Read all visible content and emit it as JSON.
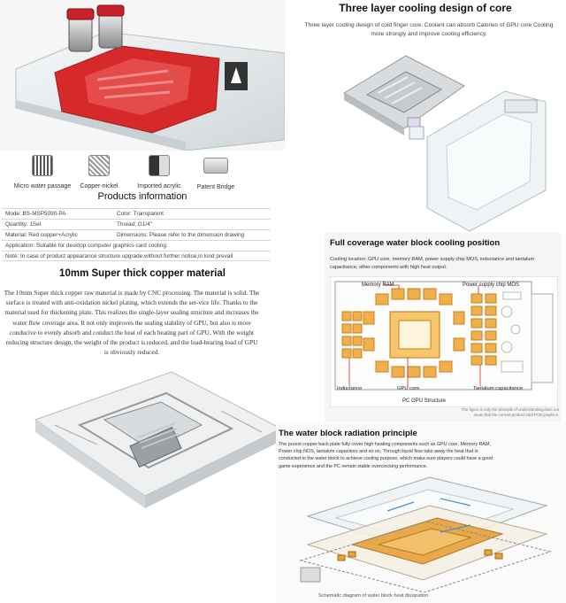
{
  "brand_colors": {
    "copper_red": "#d62a2a",
    "copper_gold": "#e8a23a",
    "acrylic": "#e9eef1",
    "pcb_orange": "#f2b04a"
  },
  "features": [
    {
      "label": "Micro water passage",
      "icon": "micro-channel-icon"
    },
    {
      "label": "Copper-nickel",
      "icon": "copper-nickel-icon"
    },
    {
      "label": "Imported acrylic",
      "icon": "acrylic-icon"
    },
    {
      "label": "Patent Bridge",
      "icon": "bridge-icon"
    }
  ],
  "info": {
    "title": "Products information",
    "rows": [
      {
        "c1": "Mode:  BS-MSP5090-PA",
        "c2": "Color:  Transparent"
      },
      {
        "c1": "Quantity:  1Set",
        "c2": "Thread:  G1/4\""
      },
      {
        "c1": "Material:  Red copper+Acrylic",
        "c2": "Dimensions:  Please refer to the dimension drawing"
      },
      {
        "c1": "Application:  Suitable for desktop computer graphics card cooling.",
        "c2": ""
      },
      {
        "c1": "Note:  In case of product appearance structure upgrade,without further notice,in kind prevail",
        "c2": ""
      }
    ]
  },
  "material": {
    "title": "10mm Super thick copper material",
    "text": "The 10mm Super thick copper raw material is made by CNC processing. The material is solid. The surface is treated with anti-oxidation nickel plating, which extends the ser-vice life. Thanks to the material used for thickening plate. This realizes the single-layer sealing structure and increases the water flow coverage area. It not only improves the sealing stability of GPU, but also is more conducive to evenly absorb and conduct the heat of each heating part of GPU. With the weight reducing structure design, the weight of the product is reduced, and the load-bearing load of GPU is obviously reduced."
  },
  "layers": {
    "title": "Three layer cooling design of core",
    "text": "Three layer cooling design of cold finger core, Coolant can absorb Calories of GPU core Cooling more strongly and improve cooling efficiency."
  },
  "coverage": {
    "title": "Full coverage water block cooling position",
    "text": "Cooling location: GPU core, memory RAM, power supply chip MOS, inductance and tantalum capacitance, other components with high heat output.",
    "labels": {
      "memory": "Memory RAM",
      "power": "Power supply chip MOS",
      "inductance": "Inductance",
      "gpu": "GPU core",
      "tantalum": "Tantalum capacitance",
      "structure": "PC GPU Structure"
    },
    "note": "The figure is only the principle of understanding,does not mean that the current product total PCB graphics."
  },
  "radiation": {
    "title": "The water block radiation principle",
    "text": "The purest copper back plate fully cover high heating components such as GPU core, Memory RAM, Power chip NOS, tantalum capacitors and so on. Through liquid flow take away the heat that is conducted to the water block to achieve cooling purpose, which make sure players could have a good game experience and the PC remain stable overclocking performance.",
    "caption": "Schematic diagram of water block heat dissipation"
  }
}
